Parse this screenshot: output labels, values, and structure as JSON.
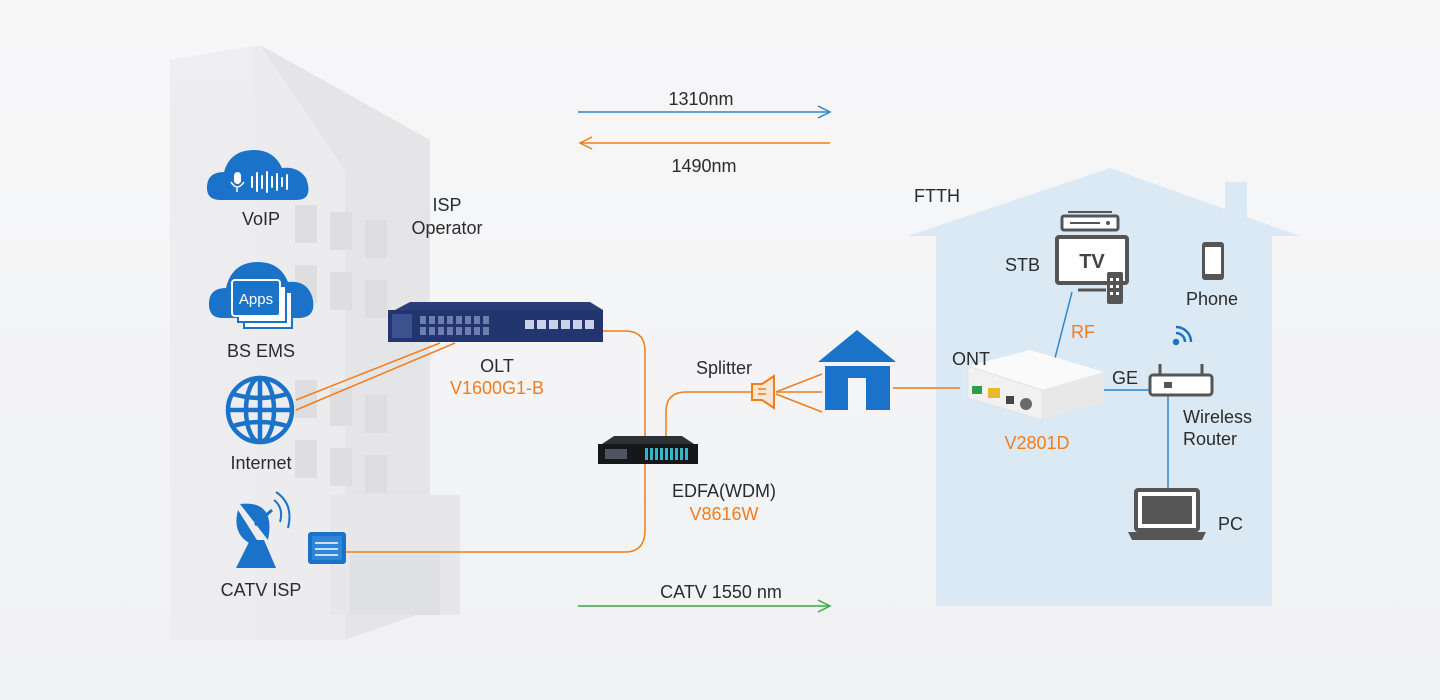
{
  "wavelengths": {
    "up": "1310nm",
    "down": "1490nm",
    "catv": "CATV  1550 nm"
  },
  "services": {
    "voip": "VoIP",
    "apps_icon_text": "Apps",
    "bs_ems": "BS EMS",
    "internet": "Internet",
    "catv_isp": "CATV ISP"
  },
  "isp": {
    "line1": "ISP",
    "line2": "Operator"
  },
  "olt": {
    "name": "OLT",
    "model": "V1600G1-B"
  },
  "edfa": {
    "name": "EDFA(WDM)",
    "model": "V8616W"
  },
  "splitter": "Splitter",
  "home": {
    "ftth": "FTTH",
    "stb": "STB",
    "tv_icon_text": "TV",
    "phone": "Phone",
    "rf": "RF",
    "ont": "ONT",
    "ont_model": "V2801D",
    "ge": "GE",
    "router_line1": "Wireless",
    "router_line2": "Router",
    "pc": "PC"
  },
  "colors": {
    "blue_arrow": "#2e86c8",
    "orange_fiber": "#f07d1e",
    "green_arrow": "#3aa845",
    "icon_blue": "#1a73c9",
    "house_bg": "#dbe9f5",
    "building": "#e8e8ea"
  },
  "icons": [
    "voip-cloud-icon",
    "apps-cloud-icon",
    "globe-icon",
    "satellite-dish-icon",
    "switch-icon",
    "olt-device-icon",
    "edfa-device-icon",
    "splitter-icon",
    "home-icon",
    "ont-device-icon",
    "tv-icon",
    "stb-icon",
    "phone-icon",
    "wifi-icon",
    "router-icon",
    "laptop-icon"
  ]
}
